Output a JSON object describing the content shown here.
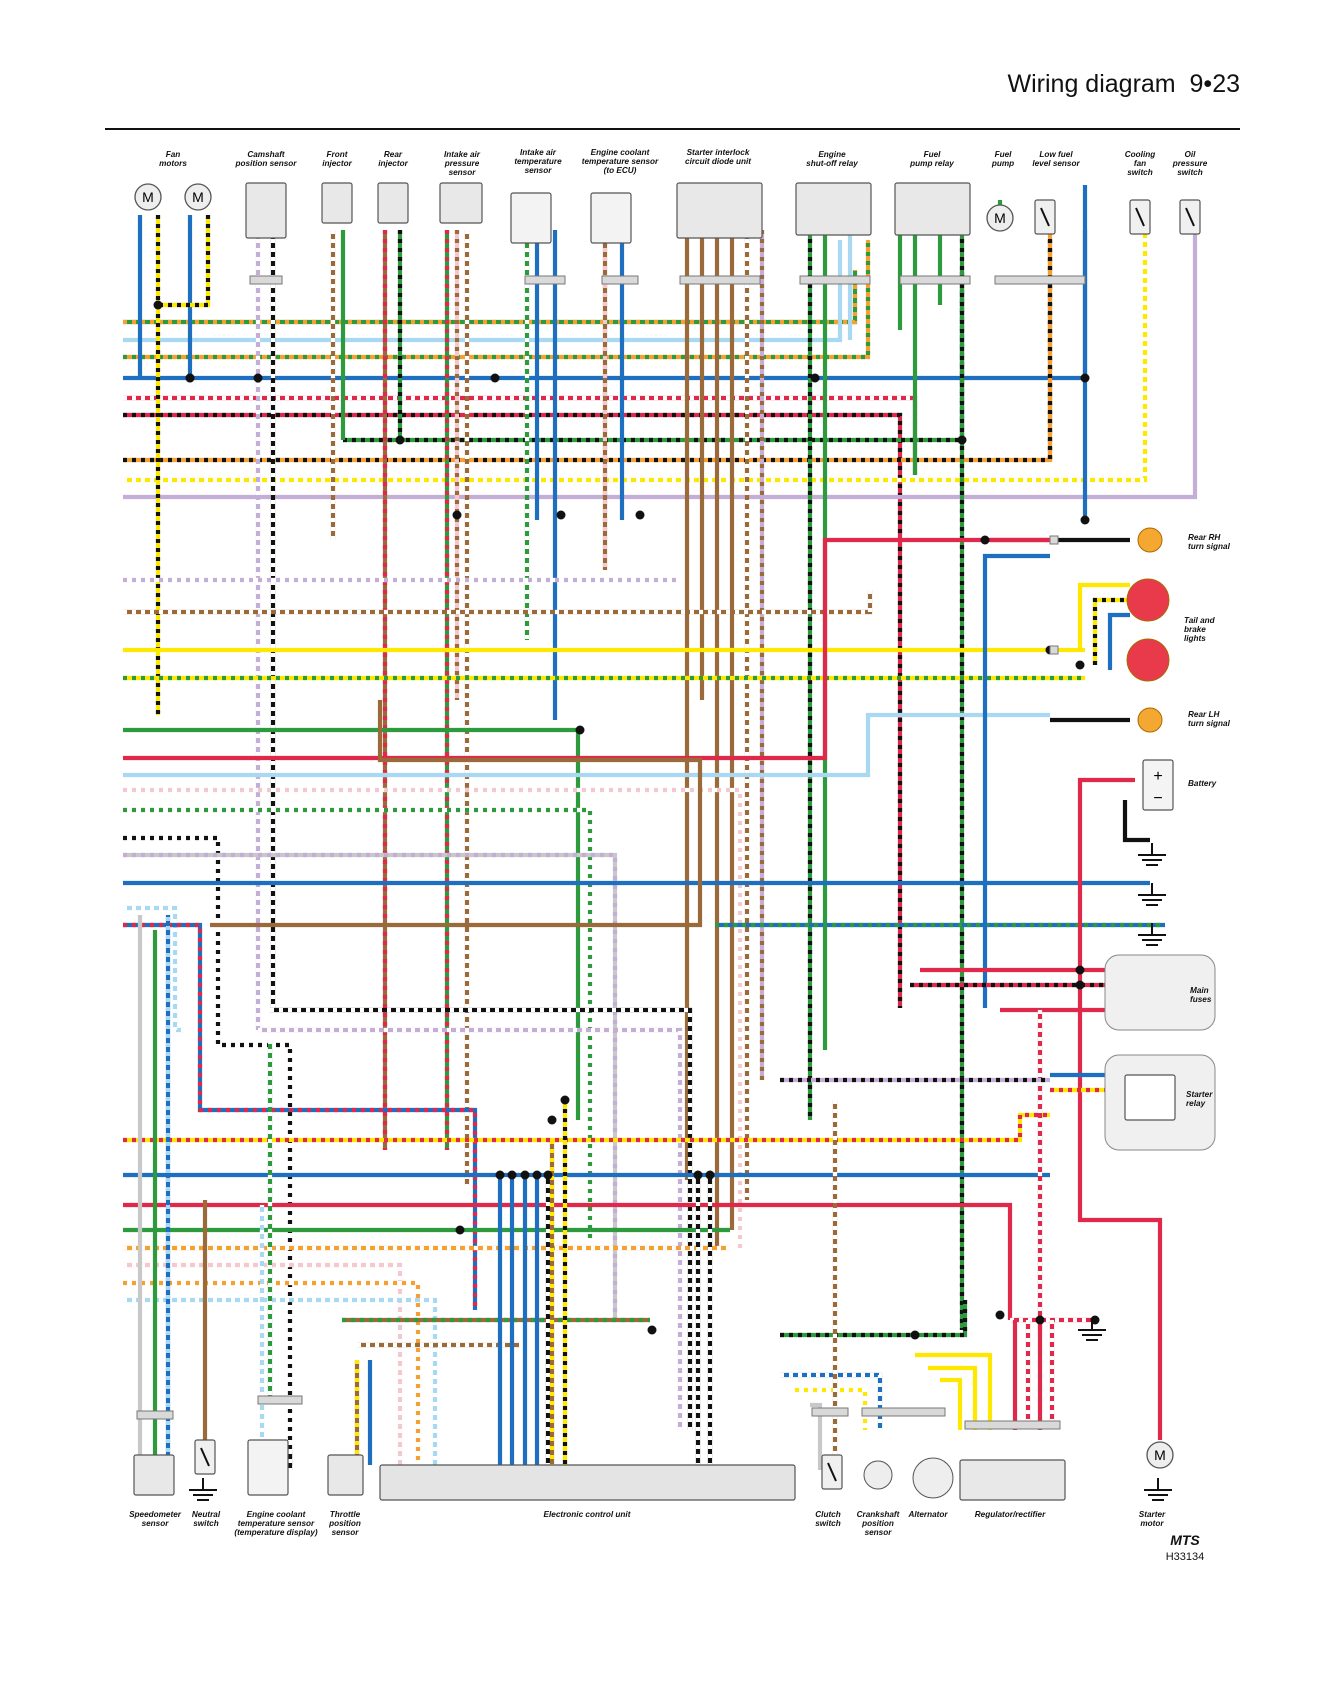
{
  "header": {
    "section": "Wiring diagram",
    "page": "9•23"
  },
  "colors": {
    "blue": "#1f6fc0",
    "green": "#2e9a3e",
    "red": "#e0284a",
    "orange": "#f5a031",
    "brown": "#9a6a3a",
    "yellow": "#ffe800",
    "light_blue": "#a9d8f2",
    "violet": "#c4aed8",
    "black": "#111111",
    "white": "#ffffff",
    "pink": "#f4c8cf",
    "grey": "#c8c8c8"
  },
  "components": {
    "fan_motors": [
      "Fan",
      "motors"
    ],
    "cam_sensor": [
      "Camshaft",
      "position sensor"
    ],
    "front_injector": [
      "Front",
      "injector"
    ],
    "rear_injector": [
      "Rear",
      "injector"
    ],
    "intake_pressure": [
      "Intake air",
      "pressure",
      "sensor"
    ],
    "intake_temp": [
      "Intake air",
      "temperature",
      "sensor"
    ],
    "coolant_ecu": [
      "Engine coolant",
      "temperature sensor",
      "(to ECU)"
    ],
    "diode_unit": [
      "Starter interlock",
      "circuit diode unit"
    ],
    "shutoff_relay": [
      "Engine",
      "shut-off relay"
    ],
    "fuel_pump_relay": [
      "Fuel",
      "pump relay"
    ],
    "fuel_pump": [
      "Fuel",
      "pump"
    ],
    "fuel_level": [
      "Low fuel",
      "level sensor"
    ],
    "fan_switch": [
      "Cooling",
      "fan",
      "switch"
    ],
    "oil_switch": [
      "Oil",
      "pressure",
      "switch"
    ],
    "rear_rh": [
      "Rear RH",
      "turn signal"
    ],
    "tail_brake": [
      "Tail and",
      "brake",
      "lights"
    ],
    "rear_lh": [
      "Rear LH",
      "turn signal"
    ],
    "battery": [
      "Battery"
    ],
    "main_fuses": [
      "Main",
      "fuses"
    ],
    "starter_relay": [
      "Starter",
      "relay"
    ],
    "speedometer": [
      "Speedometer",
      "sensor"
    ],
    "neutral": [
      "Neutral",
      "switch"
    ],
    "coolant_display": [
      "Engine coolant",
      "temperature sensor",
      "(temperature display)"
    ],
    "throttle": [
      "Throttle",
      "position",
      "sensor"
    ],
    "ecu": [
      "Electronic control unit"
    ],
    "clutch": [
      "Clutch",
      "switch"
    ],
    "crank": [
      "Crankshaft",
      "position",
      "sensor"
    ],
    "alternator": [
      "Alternator"
    ],
    "regulator": [
      "Regulator/rectifier"
    ],
    "starter_motor": [
      "Starter",
      "motor"
    ]
  },
  "symbols": {
    "motor": "M",
    "plus": "+",
    "minus": "−"
  },
  "footer": {
    "brand": "MTS",
    "code": "H33134"
  }
}
